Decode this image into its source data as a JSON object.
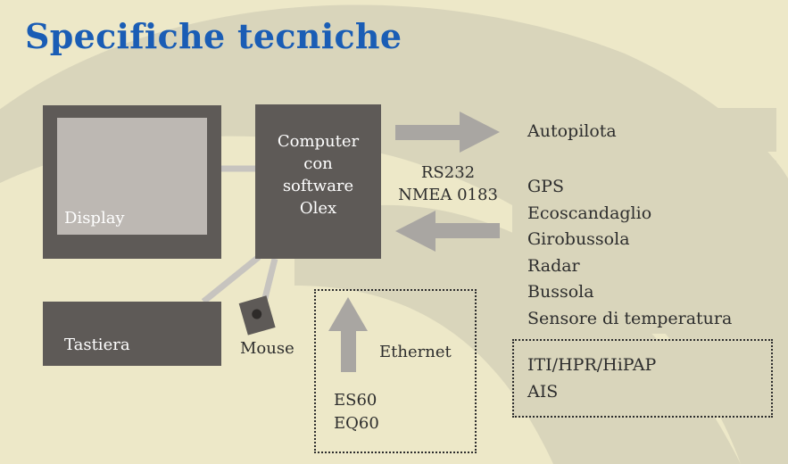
{
  "title": "Specifiche tecniche",
  "colors": {
    "title": "#1a5db5",
    "background": "#ede8c8",
    "arc_band": "#d9d5bb",
    "device": "#5e5a57",
    "screen": "#bdb8b3",
    "arrow": "#a9a6a2"
  },
  "devices": {
    "display": "Display",
    "computer": [
      "Computer",
      "con",
      "software",
      "Olex"
    ],
    "tastiera": "Tastiera",
    "mouse": "Mouse"
  },
  "interface": {
    "serial": [
      "RS232",
      "NMEA 0183"
    ],
    "ethernet": "Ethernet",
    "sonar": [
      "ES60",
      "EQ60"
    ]
  },
  "outputs": [
    "Autopilota"
  ],
  "inputs": [
    "GPS",
    "Ecoscandaglio",
    "Girobussola",
    "Radar",
    "Bussola",
    "Sensore di temperatura"
  ],
  "optional_inputs": [
    "ITI/HPR/HiPAP",
    "AIS"
  ],
  "icons": {
    "output_arrow": "arrow-right-icon",
    "input_arrow": "arrow-left-icon",
    "ethernet_arrow": "arrow-up-icon",
    "mouse": "mouse-icon"
  }
}
